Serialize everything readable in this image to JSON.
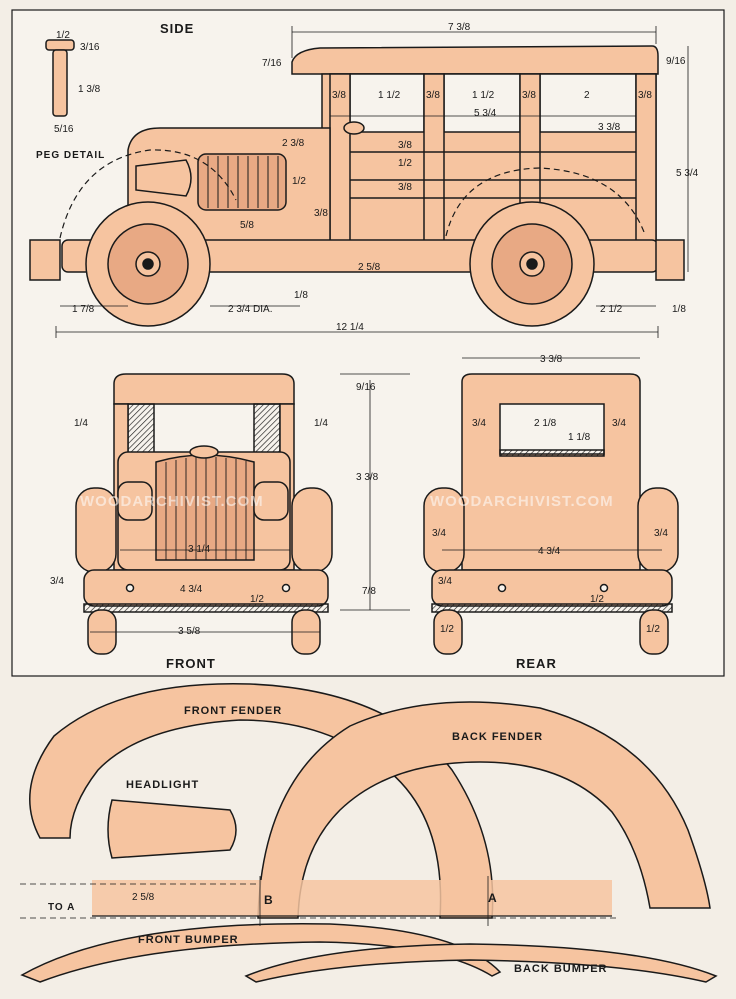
{
  "views": {
    "side": "SIDE",
    "front": "FRONT",
    "rear": "REAR",
    "peg_detail": "PEG DETAIL"
  },
  "parts": {
    "front_fender": "FRONT FENDER",
    "back_fender": "BACK FENDER",
    "headlight": "HEADLIGHT",
    "front_bumper": "FRONT BUMPER",
    "back_bumper": "BACK BUMPER"
  },
  "markers": {
    "to_a": "TO A",
    "b": "B",
    "a": "A"
  },
  "watermark": "WOODARCHIVIST.COM",
  "dims": {
    "peg_top": "1/2",
    "peg_head": "3/16",
    "peg_len": "1 3/8",
    "peg_dia": "5/16",
    "roof_len": "7 3/8",
    "roof_th": "7/16",
    "roof_th_r": "9/16",
    "post1": "3/8",
    "win1": "1 1/2",
    "post2": "3/8",
    "win2": "1 1/2",
    "post3": "3/8",
    "win3": "2",
    "post4": "3/8",
    "win_span": "5 3/4",
    "cab_h": "3 3/8",
    "hood_w": "2 3/8",
    "grille_h": "1/2",
    "body_h": "5 3/4",
    "rail1": "3/8",
    "rail2": "1/2",
    "rail3": "3/8",
    "rail4": "3/8",
    "hood_low": "5/8",
    "chassis": "2 5/8",
    "axle": "1/8",
    "wheel_dia": "2 3/4 DIA.",
    "front_ov": "1 7/8",
    "rear_ov": "2 1/2",
    "bumper_w": "1/8",
    "overall_len": "12 1/4",
    "f_side": "1/4",
    "f_side_r": "1/4",
    "f_roof": "9/16",
    "f_height": "3 3/8",
    "f_grille": "3 1/4",
    "f_bumper_h": "3/4",
    "f_bumper_w": "4 3/4",
    "f_bumper_b": "1/2",
    "f_track": "3 5/8",
    "f_frame": "7/8",
    "r_width": "3 3/8",
    "r_win_w": "2 1/8",
    "r_win_h": "1 1/8",
    "r_side": "3/4",
    "r_side_r": "3/4",
    "r_body_w": "4 3/4",
    "r_fender": "3/4",
    "r_fender_r": "3/4",
    "r_bumper": "3/4",
    "r_bumper_b": "1/2",
    "r_wheel": "1/2",
    "r_wheel_r": "1/2",
    "fender_len": "2 5/8"
  },
  "colors": {
    "wood": "#f6c4a0",
    "wood_dark": "#e8a984",
    "line": "#1a1a1a",
    "paper": "#f3eee6",
    "panel": "#f7f3ed"
  }
}
